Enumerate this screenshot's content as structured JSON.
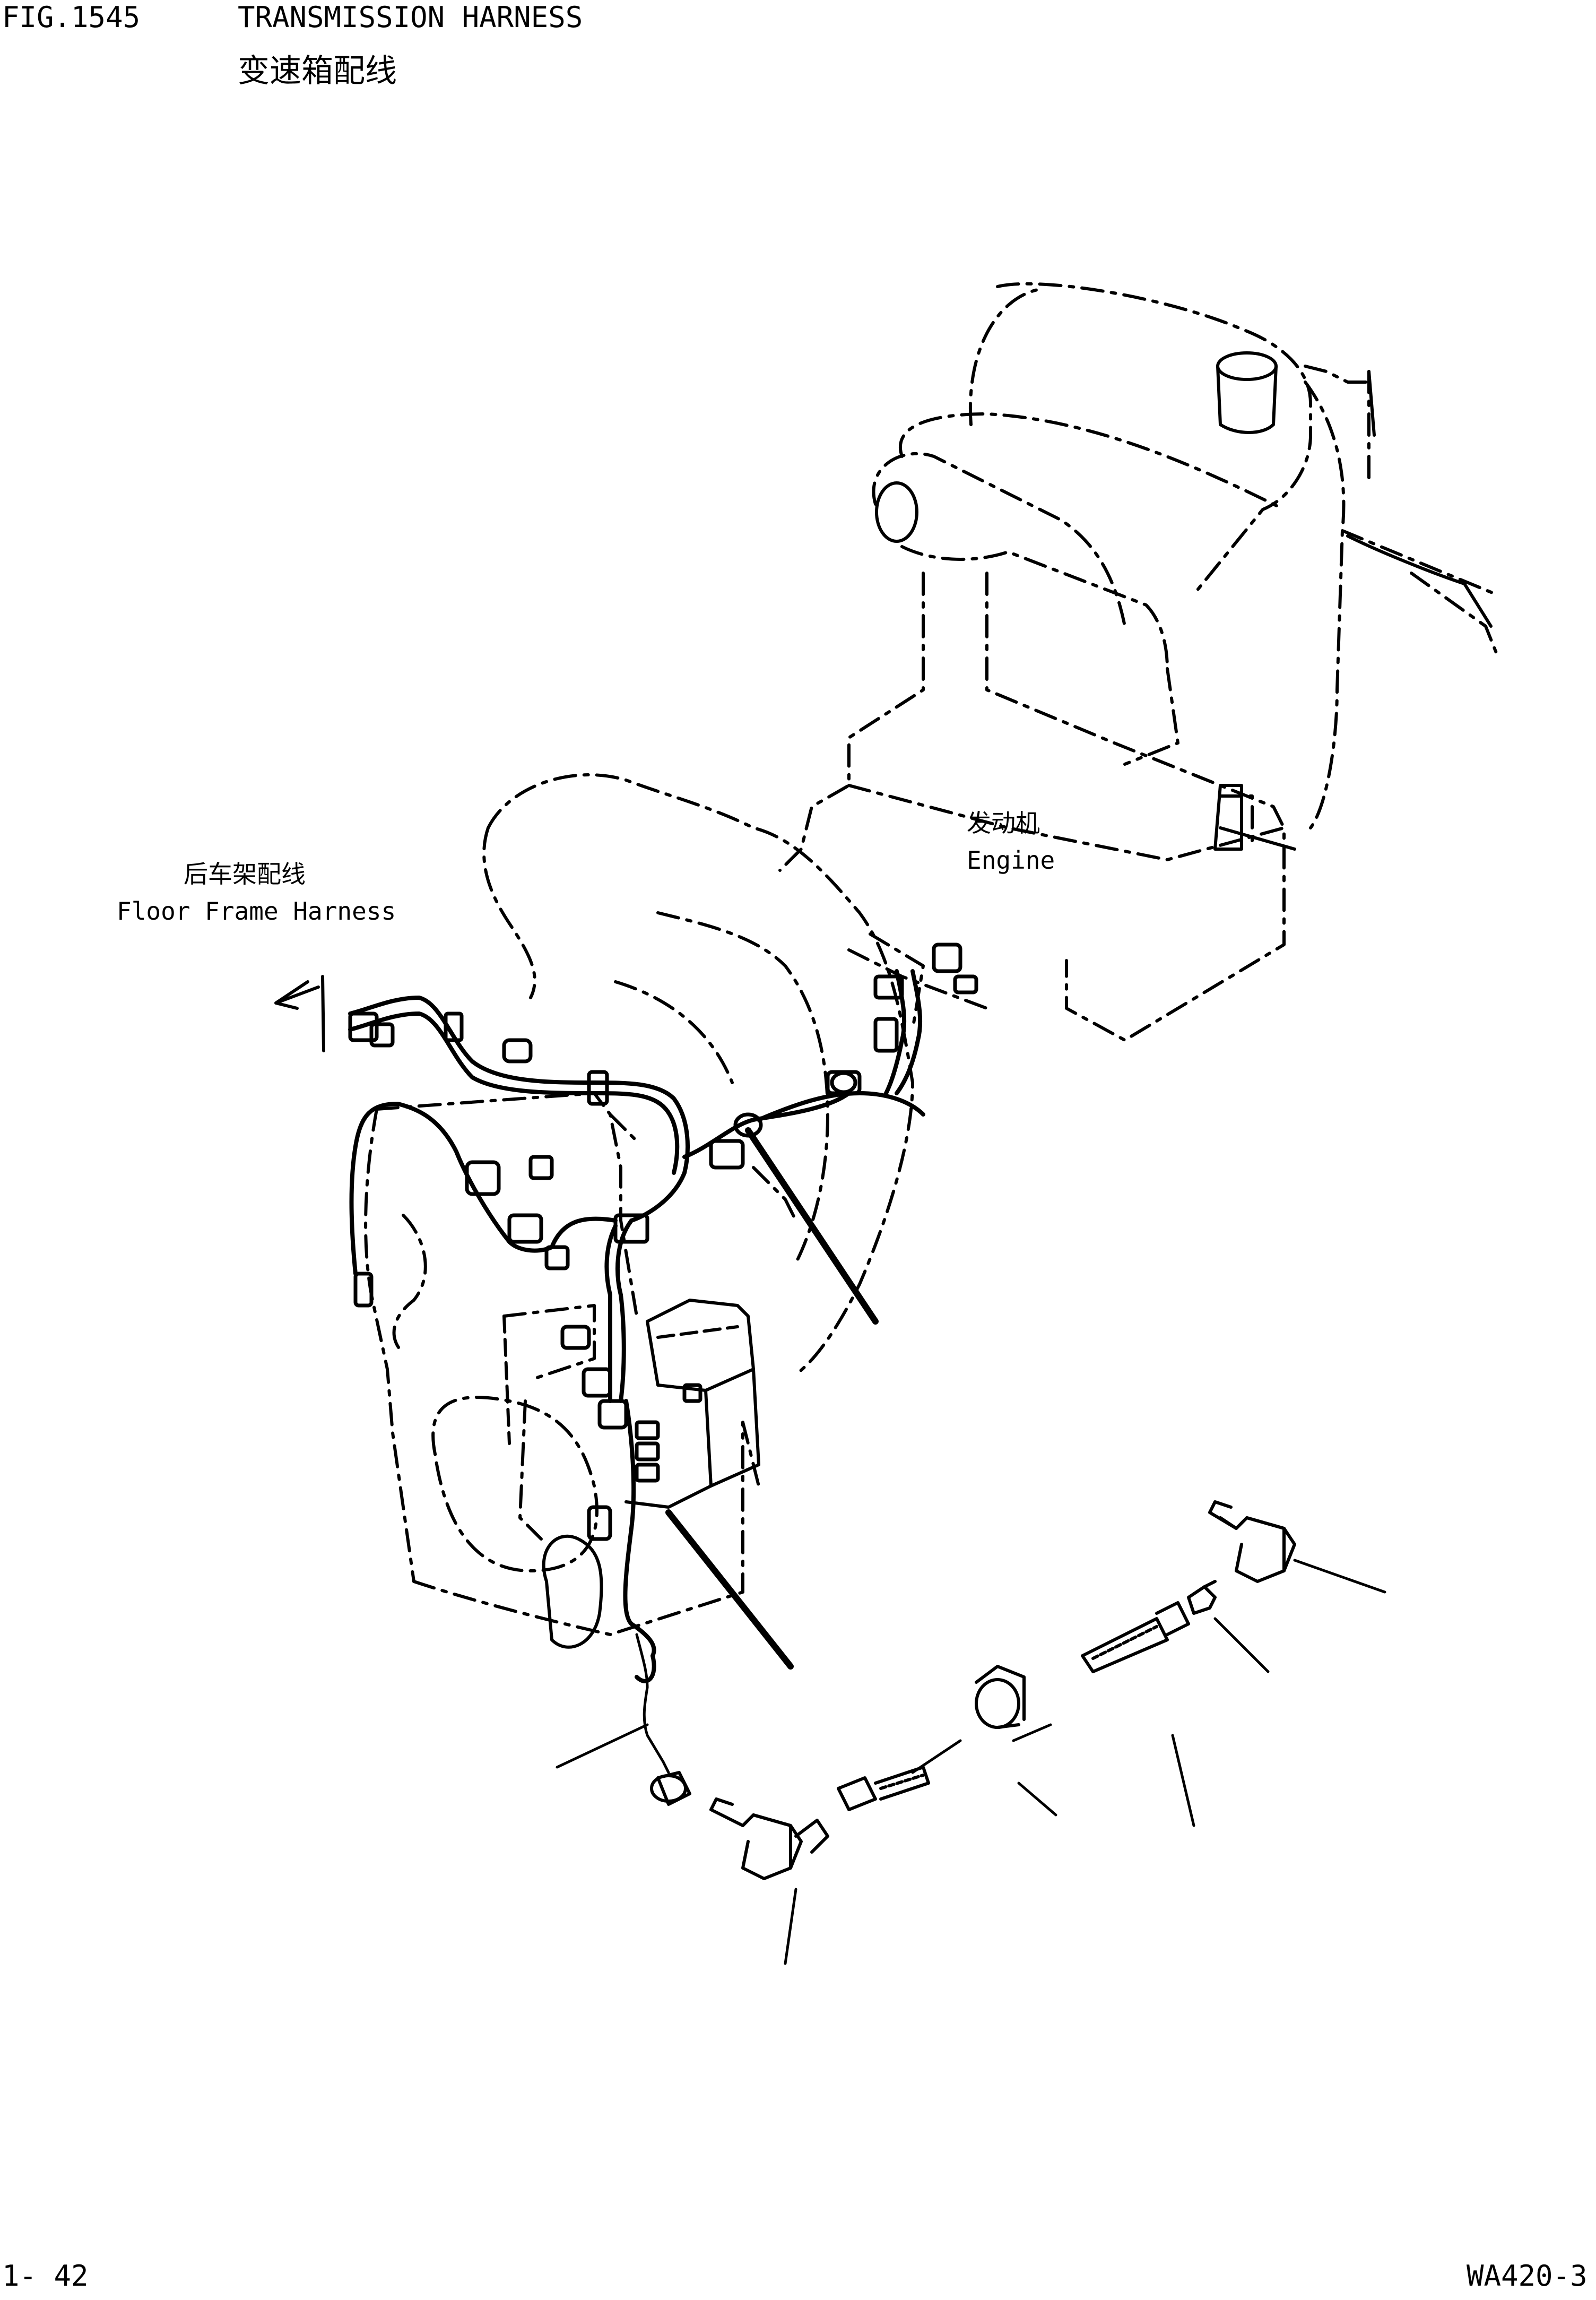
{
  "header": {
    "fig_number": "FIG.1545",
    "title": "TRANSMISSION HARNESS",
    "title_cn": "变速箱配线"
  },
  "labels": {
    "engine_cn": "发动机",
    "engine_en": "Engine",
    "floor_harness_cn": "后车架配线",
    "floor_harness_en": "Floor Frame Harness"
  },
  "footer": {
    "page_number": "1- 42",
    "model": "WA420-3"
  }
}
